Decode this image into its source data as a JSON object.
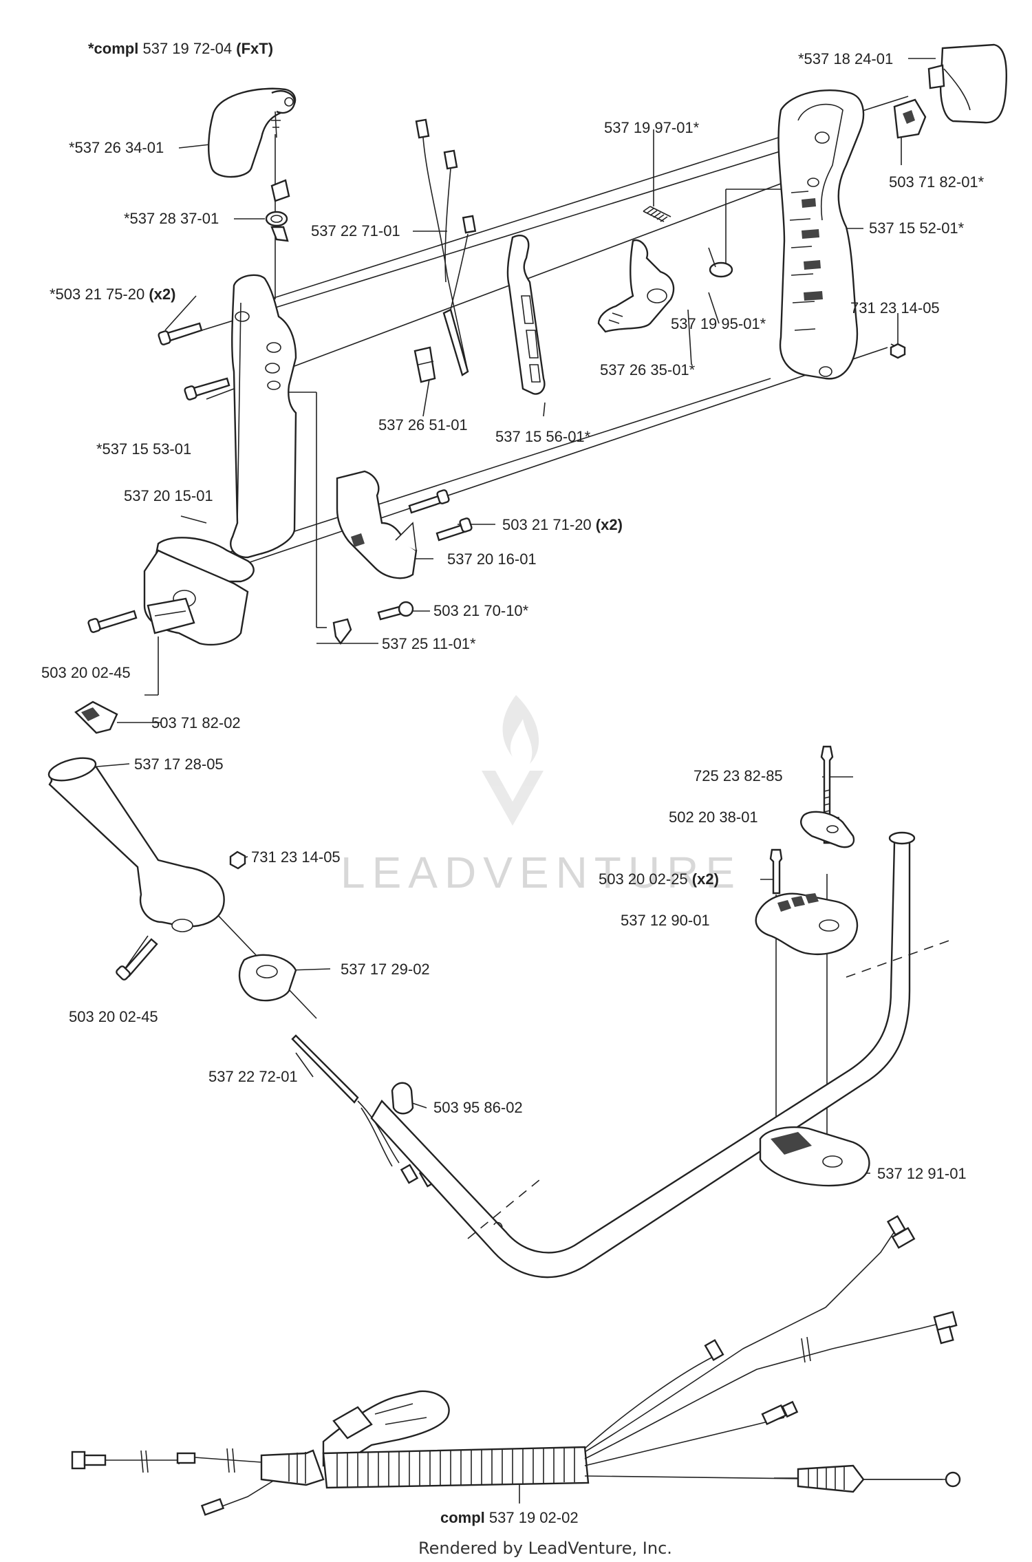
{
  "diagram": {
    "labels": {
      "compl_top_prefix": "*compl",
      "compl_top_number": " 537 19 72-04 ",
      "compl_top_suffix": "(FxT)",
      "p1": "*537 26 34-01",
      "p2": "*537 28 37-01",
      "p3_num": "*503 21 75-20 ",
      "p3_qty": "(x2)",
      "p4": "*537 15 53-01",
      "p5": "537 20 15-01",
      "p6": "503 20 02-45",
      "p7": "503 71 82-02",
      "p8": "537 22 71-01",
      "p9": "537 26 51-01",
      "p10": "537 15 56-01*",
      "p11": "537 19 97-01*",
      "p12": "537 19 95-01*",
      "p13": "537 26 35-01*",
      "p14": "*537 18 24-01",
      "p15": "503 71 82-01*",
      "p16": "537 15 52-01*",
      "p17": "731 23 14-05",
      "p18_num": "503 21 71-20 ",
      "p18_qty": "(x2)",
      "p19": "537 20 16-01",
      "p20": "503 21 70-10*",
      "p21": "537 25 11-01*",
      "p22": "537 17 28-05",
      "p23": "731 23 14-05",
      "p24": "503 20 02-45",
      "p25": "537 17 29-02",
      "p26": "537 22 72-01",
      "p27": "503 95 86-02",
      "p28": "725 23 82-85",
      "p29": "502 20 38-01",
      "p30_num": "503 20 02-25 ",
      "p30_qty": "(x2)",
      "p31": "537 12 90-01",
      "p32": "537 12 91-01",
      "compl_bottom_prefix": "compl",
      "compl_bottom_number": " 537 19 02-02"
    },
    "watermark": "LEADVENTURE",
    "footer": "Rendered by LeadVenture, Inc."
  }
}
